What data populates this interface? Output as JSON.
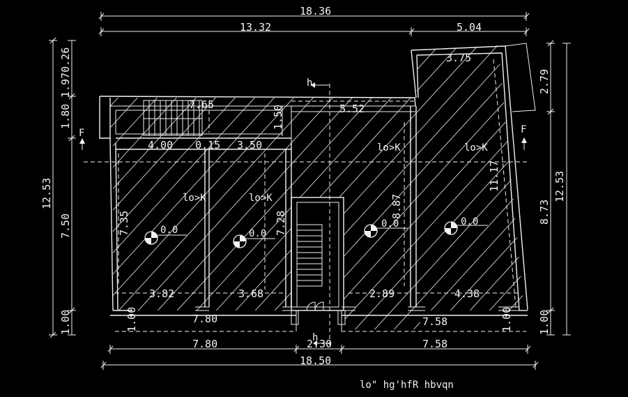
{
  "drawing": {
    "title": "lo\" hg'hfR hbvqn",
    "colors": {
      "background": "#000000",
      "line": "#f2f2f2"
    },
    "top_dims": {
      "overall": "18.36",
      "left": "13.32",
      "right": "5.04"
    },
    "bottom_dims": {
      "left": "7.80",
      "middle": "2.30",
      "right": "7.58",
      "overall": "18.50"
    },
    "left_dims": {
      "overall": "12.53",
      "seg1": "1.970.26",
      "seg2": "1.80",
      "seg3": "7.50",
      "seg4": "1.00"
    },
    "right_dims": {
      "overall": "12.53",
      "seg1": "2.79",
      "seg2": "8.73",
      "seg3": "1.00"
    },
    "inner_dims": {
      "stair_top": "7.65",
      "stair_height": "1.50",
      "top_right_room": "5.52",
      "tower_width": "3.75",
      "room1_width": "4.00",
      "wall_gap": "0.15",
      "room2_width": "3.50",
      "room1_height": "7.35",
      "room2_height": "7.28",
      "room3_height": "8.87",
      "room4_height": "11.17",
      "room1_bottom": "3.82",
      "room2_bottom": "3.68",
      "room3_bottom": "2.89",
      "room4_bottom": "4.38",
      "left_block": "7.80",
      "right_block": "7.58",
      "left_pier": "1.00",
      "right_pier": "1.00"
    },
    "room_labels": {
      "r1": "lo>K",
      "r2": "lo>K",
      "r3": "lo>K",
      "r4": "lo>K"
    },
    "levels": {
      "l1": "0.0",
      "l2": "0.0",
      "l3": "0.0",
      "l4": "0.0"
    },
    "section_marks": {
      "vertical_top": "h",
      "vertical_bottom": "h",
      "horizontal_left": "F",
      "horizontal_right": "F"
    }
  }
}
